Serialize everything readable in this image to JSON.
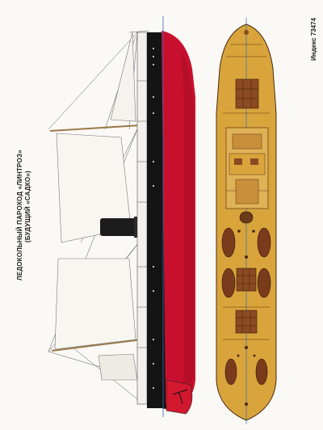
{
  "caption": {
    "line1": "ЛЕДОКОЛЬНЫЙ ПАРОХОД «ЛИНТРОЗ»",
    "line2": "(БУДУЩИЙ «САДКО»)",
    "index": "Индекс 73474"
  },
  "colors": {
    "hull_red": "#c8102e",
    "hull_black": "#141414",
    "deck_yellow": "#d9a43b",
    "deck_brown": "#8b4a22",
    "sail_white": "#f5f4ef",
    "centerline_blue": "#2f6fb3"
  }
}
